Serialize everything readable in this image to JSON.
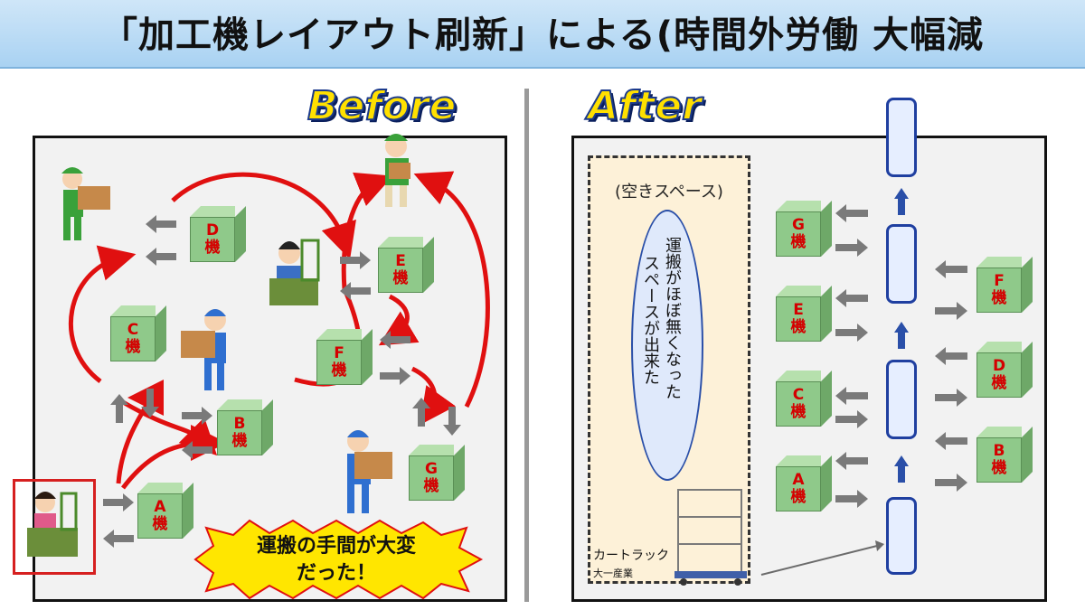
{
  "title": "「加工機レイアウト刷新」による(時間外労働 大幅減",
  "before": {
    "label": "Before",
    "machines": [
      {
        "id": "D",
        "kanji": "機"
      },
      {
        "id": "E",
        "kanji": "機"
      },
      {
        "id": "C",
        "kanji": "機"
      },
      {
        "id": "F",
        "kanji": "機"
      },
      {
        "id": "B",
        "kanji": "機"
      },
      {
        "id": "G",
        "kanji": "機"
      },
      {
        "id": "A",
        "kanji": "機"
      }
    ],
    "burst_line1": "運搬の手間が大変",
    "burst_line2": "だった！"
  },
  "after": {
    "label": "After",
    "space_label": "(空きスペース)",
    "space_note_line1": "運搬がほぼ無くなった",
    "space_note_line2": "スペースが出来た",
    "cart_name": "カートラック",
    "cart_maker": "大一産業",
    "left_machines": [
      {
        "id": "G",
        "kanji": "機"
      },
      {
        "id": "E",
        "kanji": "機"
      },
      {
        "id": "C",
        "kanji": "機"
      },
      {
        "id": "A",
        "kanji": "機"
      }
    ],
    "right_machines": [
      {
        "id": "F",
        "kanji": "機"
      },
      {
        "id": "D",
        "kanji": "機"
      },
      {
        "id": "B",
        "kanji": "機"
      }
    ]
  },
  "colors": {
    "title_bg": "#a9d2f2",
    "machine_green": "#8fc98a",
    "machine_text": "#d40000",
    "flow_arrow_red": "#e01010",
    "conveyor_blue": "#1f3fa0",
    "burst_yellow": "#ffe600"
  }
}
